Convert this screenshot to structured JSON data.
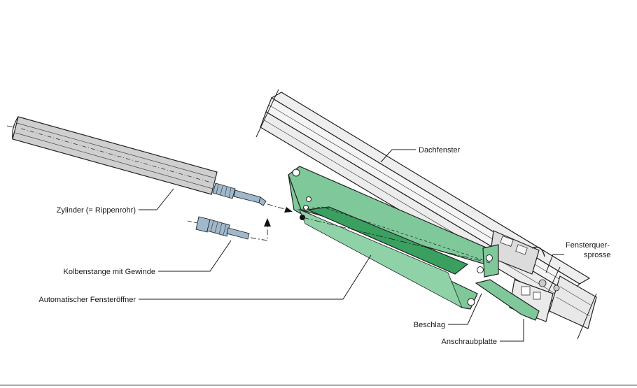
{
  "labels": {
    "dachfenster": "Dachfenster",
    "fensterquer_line1": "Fensterquer-",
    "fensterquer_line2": "sprosse",
    "zylinder": "Zylinder (= Rippenrohr)",
    "kolbenstange": "Kolbenstange mit Gewinde",
    "fensteroeffner": "Automatischer Fensteröffner",
    "beschlag": "Beschlag",
    "anschraubplatte": "Anschraubplatte"
  },
  "colors": {
    "opener_green": "#7fc89a",
    "opener_dark": "#3aa060",
    "cylinder_grey": "#cfcfcf",
    "thread_blue": "#9fb8cc",
    "frame_grey": "#e6e6e6"
  }
}
